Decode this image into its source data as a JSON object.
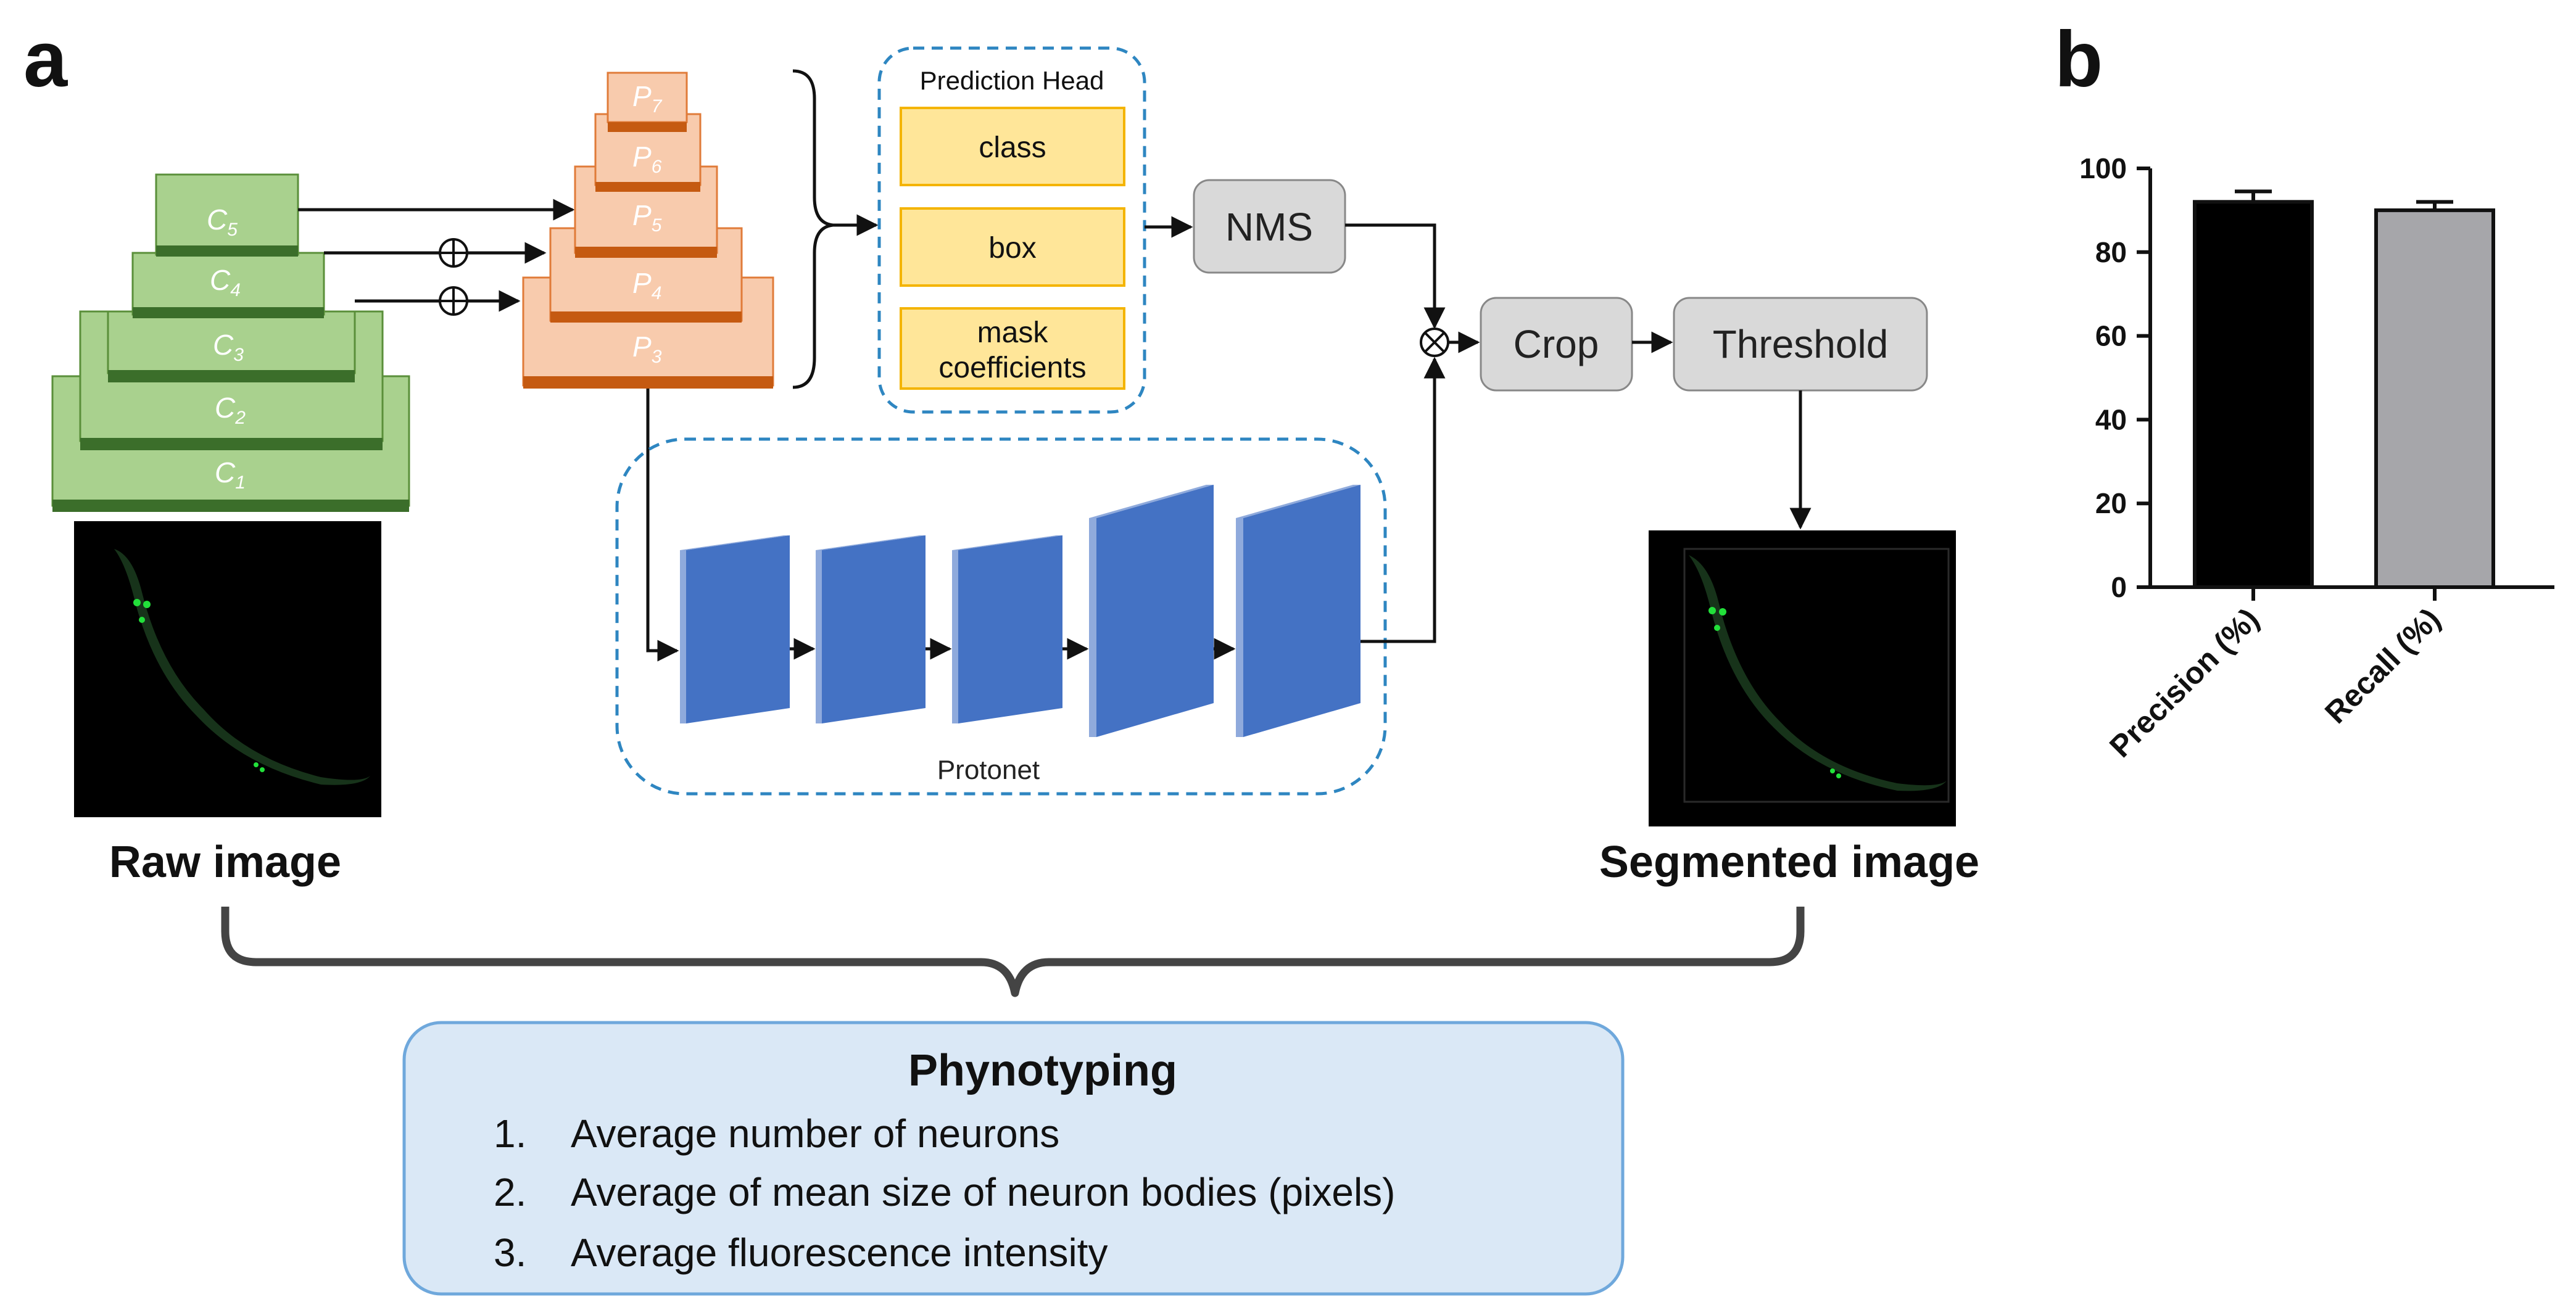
{
  "panel_a": {
    "letter": "a",
    "backbone_layers": [
      {
        "name": "C",
        "sub": "5"
      },
      {
        "name": "C",
        "sub": "4"
      },
      {
        "name": "C",
        "sub": "3"
      },
      {
        "name": "C",
        "sub": "2"
      },
      {
        "name": "C",
        "sub": "1"
      }
    ],
    "fpn_layers": [
      {
        "name": "P",
        "sub": "7"
      },
      {
        "name": "P",
        "sub": "6"
      },
      {
        "name": "P",
        "sub": "5"
      },
      {
        "name": "P",
        "sub": "4"
      },
      {
        "name": "P",
        "sub": "3"
      }
    ],
    "prediction_head": {
      "title": "Prediction Head",
      "items": [
        "class",
        "box",
        "mask coefficients"
      ],
      "mask_line1": "mask",
      "mask_line2": "coefficients"
    },
    "nms_label": "NMS",
    "crop_label": "Crop",
    "threshold_label": "Threshold",
    "protonet_label": "Protonet",
    "raw_image_caption": "Raw image",
    "segmented_image_caption": "Segmented image",
    "phenotyping": {
      "title": "Phynotyping",
      "items": [
        {
          "num": "1.",
          "text": "Average number of neurons"
        },
        {
          "num": "2.",
          "text": "Average of mean size of neuron bodies (pixels)"
        },
        {
          "num": "3.",
          "text": "Average fluorescence intensity"
        }
      ]
    },
    "colors": {
      "backbone_fill": "#a9d18e",
      "backbone_dark": "#3b6e2a",
      "fpn_fill": "#f8cbad",
      "fpn_dark": "#c55a11",
      "head_fill": "#ffe699",
      "head_border": "#f4b400",
      "proto_fill": "#4472c4",
      "proto_light": "#8faadc",
      "dashed": "#2e86c1",
      "proc_fill": "#d9d9d9",
      "pheno_fill": "#dae8f6",
      "pheno_border": "#6fa8dc"
    }
  },
  "panel_b": {
    "letter": "b"
  },
  "chart_data": {
    "type": "bar",
    "categories": [
      "Precision (%)",
      "Recall (%)"
    ],
    "values": [
      92,
      90
    ],
    "errors": [
      2.5,
      2.0
    ],
    "ylim": [
      0,
      100
    ],
    "yticks": [
      0,
      20,
      40,
      60,
      80,
      100
    ],
    "bar_colors": [
      "#000000",
      "#a6a6aa"
    ],
    "xlabel": "",
    "ylabel": "",
    "title": ""
  }
}
